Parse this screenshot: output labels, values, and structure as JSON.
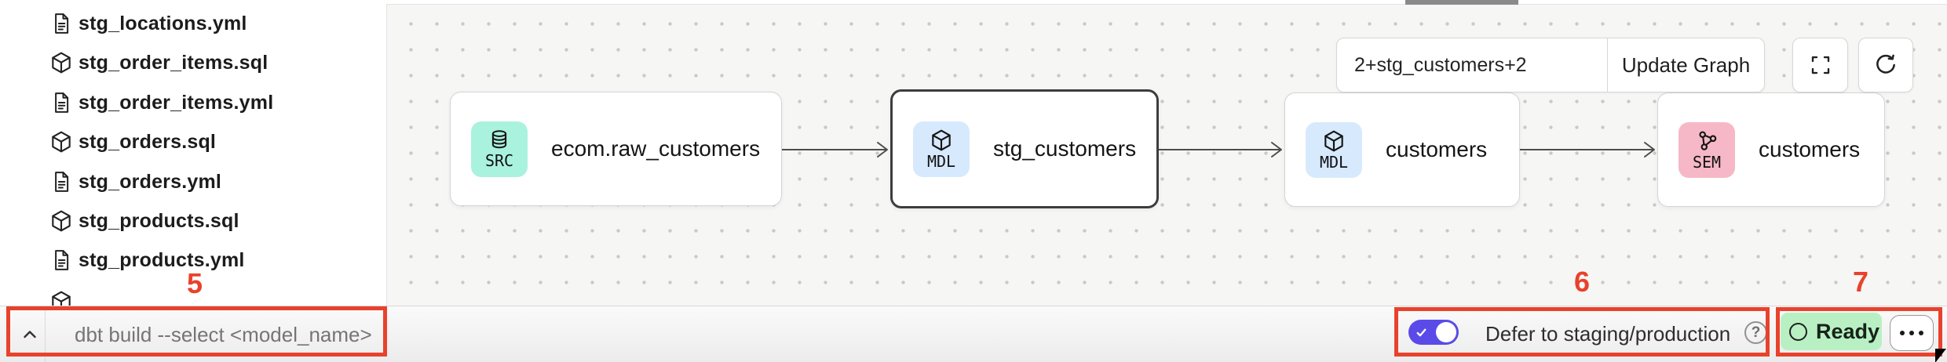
{
  "sidebar": {
    "files": [
      {
        "name": "stg_locations.yml",
        "type": "yml"
      },
      {
        "name": "stg_order_items.sql",
        "type": "sql"
      },
      {
        "name": "stg_order_items.yml",
        "type": "yml"
      },
      {
        "name": "stg_orders.sql",
        "type": "sql"
      },
      {
        "name": "stg_orders.yml",
        "type": "yml"
      },
      {
        "name": "stg_products.sql",
        "type": "sql"
      },
      {
        "name": "stg_products.yml",
        "type": "yml"
      }
    ]
  },
  "graph": {
    "selector": {
      "value": "2+stg_customers+2"
    },
    "update_button_label": "Update Graph",
    "nodes": [
      {
        "badge": "SRC",
        "label": "ecom.raw_customers",
        "icon": "database-icon",
        "selected": false
      },
      {
        "badge": "MDL",
        "label": "stg_customers",
        "icon": "cube-icon",
        "selected": true
      },
      {
        "badge": "MDL",
        "label": "customers",
        "icon": "cube-icon",
        "selected": false
      },
      {
        "badge": "SEM",
        "label": "customers",
        "icon": "semantic-graph-icon",
        "selected": false
      }
    ]
  },
  "bottom_bar": {
    "command_input_placeholder": "dbt build --select <model_name>",
    "defer": {
      "label": "Defer to staging/production",
      "enabled": true,
      "help_glyph": "?"
    },
    "status": {
      "label": "Ready"
    }
  },
  "annotations": {
    "labels": [
      "5",
      "6",
      "7"
    ]
  },
  "colors": {
    "annotation_red": "#e8422c",
    "toggle_purple": "#5a4be8",
    "src_badge_teal": "#a9f2de",
    "mdl_badge_blue": "#d7e9fc",
    "sem_badge_pink": "#f6b8c6",
    "ready_green": "#b9f0c3"
  }
}
